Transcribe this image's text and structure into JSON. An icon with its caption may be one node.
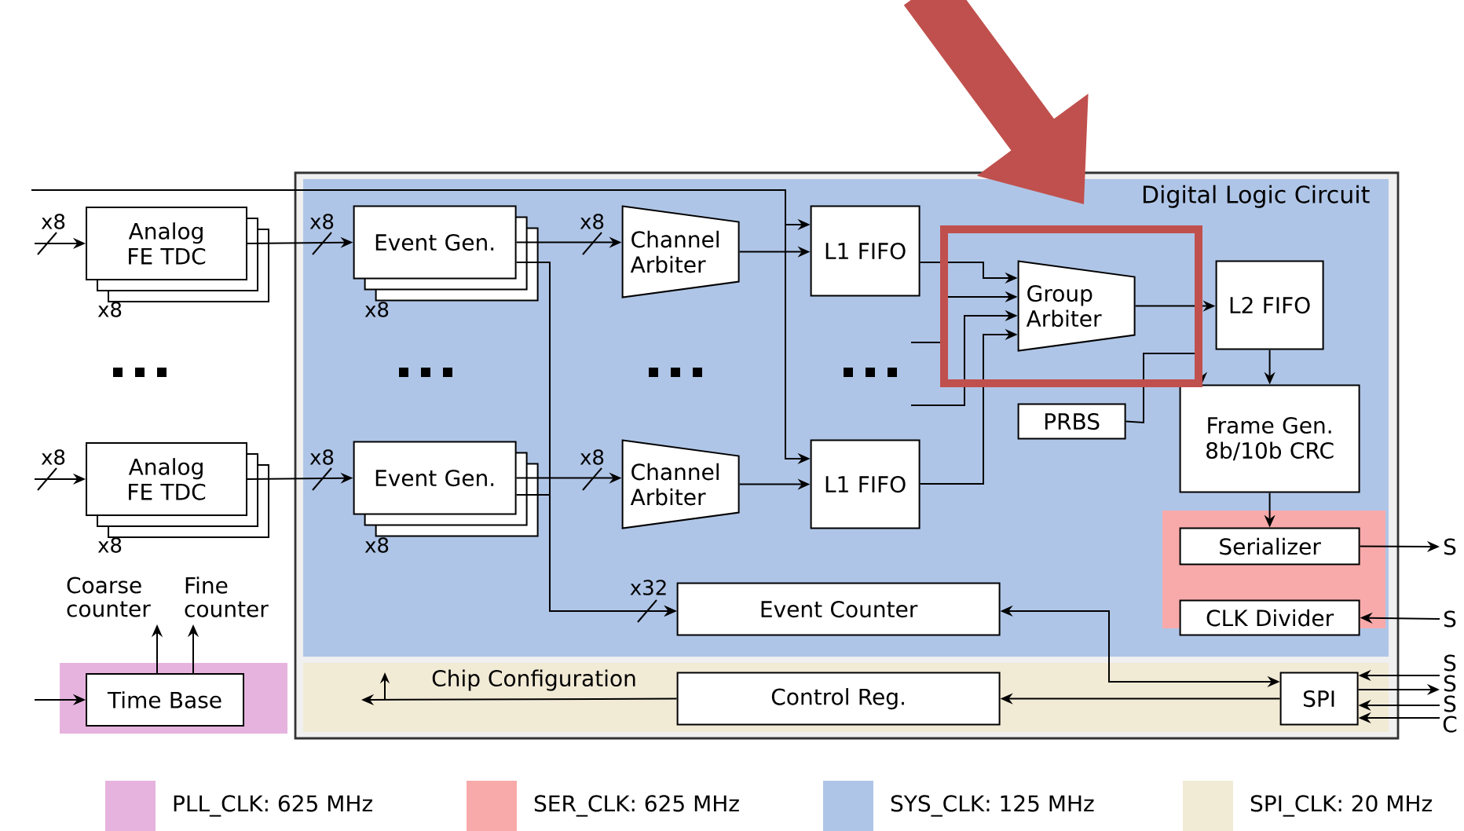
{
  "diagram": {
    "nodes": [
      {
        "text": [
          "Digital Logic Circuit"
        ]
      },
      {
        "text": [
          "Analog FE TDC"
        ],
        "beside": [
          "x8"
        ]
      },
      {
        "text": [
          "Analog FE TDC"
        ],
        "beside": [
          "x8"
        ]
      },
      {
        "text": [
          "Event Gen."
        ],
        "beside": [
          "x8"
        ],
        "in": 0
      },
      {
        "text": [
          "Event Gen."
        ],
        "beside": [
          "x8"
        ],
        "in": 0
      },
      {
        "text": [
          "Channel Arbiter"
        ],
        "in": 0
      },
      {
        "text": [
          "Channel Arbiter"
        ],
        "in": 0
      },
      {
        "text": [
          "L1 FIFO"
        ],
        "in": 0
      },
      {
        "text": [
          "L1 FIFO"
        ],
        "in": 0
      },
      {
        "text": [
          "Group Arbiter"
        ],
        "in": 0
      },
      {
        "text": [
          "L2 FIFO"
        ],
        "in": 0
      },
      {
        "text": [
          "PRBS"
        ],
        "in": 0
      },
      {
        "text": [
          "Frame Gen. 8b/10b CRC"
        ],
        "in": 0
      },
      {
        "text": [
          "Serializer"
        ],
        "in": 0
      },
      {
        "text": [
          "CLK Divider"
        ],
        "in": 0
      },
      {
        "text": [
          "Event Counter"
        ],
        "in": 0
      },
      {
        "text": [
          "Control Reg."
        ],
        "in": 0
      },
      {
        "text": [
          "SPI"
        ],
        "in": 0
      },
      {
        "text": [
          "Time Base"
        ]
      },
      {
        "text": [
          "Coarse counter"
        ]
      },
      {
        "text": [
          "Fine counter"
        ]
      },
      {
        "text": [
          "S"
        ]
      },
      {
        "text": [
          "S"
        ]
      },
      {
        "text": [
          "S"
        ]
      },
      {
        "text": [
          "S"
        ]
      },
      {
        "text": [
          "S"
        ]
      },
      {
        "text": [
          "C"
        ]
      }
    ],
    "edges": [
      {
        "from": null,
        "to": 1,
        "arrow": "to",
        "label": "x8"
      },
      {
        "from": null,
        "to": 2,
        "arrow": "to",
        "label": "x8"
      },
      {
        "from": 1,
        "to": 3,
        "arrow": "to",
        "label": "x8"
      },
      {
        "from": 2,
        "to": 4,
        "arrow": "to",
        "label": "x8"
      },
      {
        "from": 3,
        "to": 5,
        "arrow": "to",
        "label": "x8"
      },
      {
        "from": 4,
        "to": 6,
        "arrow": "to",
        "label": "x8"
      },
      {
        "from": 5,
        "to": 7,
        "arrow": "to"
      },
      {
        "from": 6,
        "to": 8,
        "arrow": "to"
      },
      {
        "from": null,
        "to": 7,
        "arrow": "to"
      },
      {
        "from": null,
        "to": 8,
        "arrow": "to"
      },
      {
        "from": 3,
        "to": 15,
        "arrow": "to"
      },
      {
        "from": 4,
        "to": 15,
        "arrow": "to",
        "label": "x32"
      },
      {
        "from": 7,
        "to": 9,
        "arrow": "to"
      },
      {
        "from": null,
        "to": 9,
        "arrow": "to"
      },
      {
        "from": null,
        "to": 9,
        "arrow": "to"
      },
      {
        "from": 8,
        "to": 9,
        "arrow": "to"
      },
      {
        "from": 9,
        "to": 10,
        "arrow": "to"
      },
      {
        "from": 11,
        "to": 12,
        "arrow": "to"
      },
      {
        "from": 10,
        "to": 12,
        "arrow": "to"
      },
      {
        "from": 12,
        "to": 13,
        "arrow": "to"
      },
      {
        "from": 13,
        "to": 21,
        "arrow": "to"
      },
      {
        "from": 22,
        "to": 14,
        "arrow": "to"
      },
      {
        "from": 17,
        "to": 15,
        "arrow": "both"
      },
      {
        "from": 17,
        "to": 16,
        "arrow": "to"
      },
      {
        "from": 16,
        "to": null,
        "arrow": "to",
        "label": "Chip Configuration"
      },
      {
        "from": 23,
        "to": 17,
        "arrow": "to"
      },
      {
        "from": 17,
        "to": 24,
        "arrow": "to"
      },
      {
        "from": 25,
        "to": 17,
        "arrow": "to"
      },
      {
        "from": 26,
        "to": 17,
        "arrow": "to"
      },
      {
        "from": 18,
        "to": 19,
        "arrow": "to"
      },
      {
        "from": 18,
        "to": 20,
        "arrow": "to"
      },
      {
        "from": null,
        "to": 18,
        "arrow": "to"
      }
    ],
    "legend": [
      {
        "text": "PLL_CLK: 625 MHz",
        "color": "#e6b3de"
      },
      {
        "text": "SER_CLK: 625 MHz",
        "color": "#f8aaaa"
      },
      {
        "text": "SYS_CLK: 125 MHz",
        "color": "#afc5e7"
      },
      {
        "text": "SPI_CLK: 20 MHz",
        "color": "#f1ead5"
      }
    ]
  }
}
